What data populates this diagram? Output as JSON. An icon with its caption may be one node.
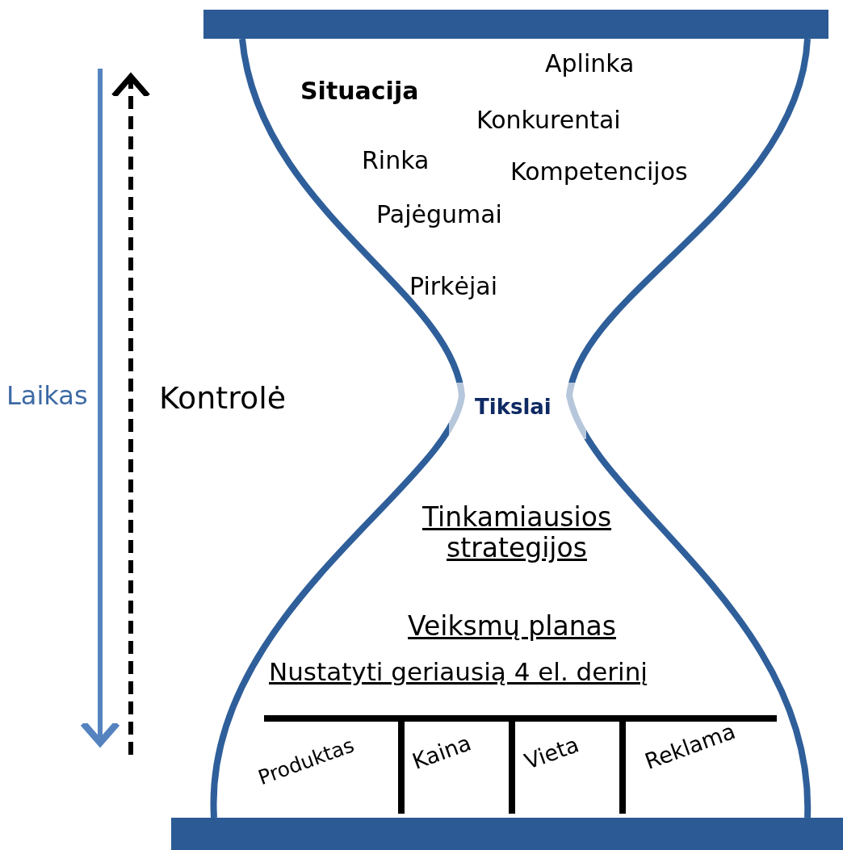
{
  "diagram": {
    "labels": [
      "Aplinka",
      "Situacija",
      "Konkurentai",
      "Rinka",
      "Kompetencijos",
      "Pajėgumai",
      "Pirkėjai",
      "Laikas",
      "Kontrolė",
      "Tikslai",
      "Tinkamiausios strategijos",
      "Veiksmų planas",
      "Nustatyti geriausią 4 el. derinį",
      "Produktas",
      "Kaina",
      "Vieta",
      "Reklama"
    ]
  }
}
